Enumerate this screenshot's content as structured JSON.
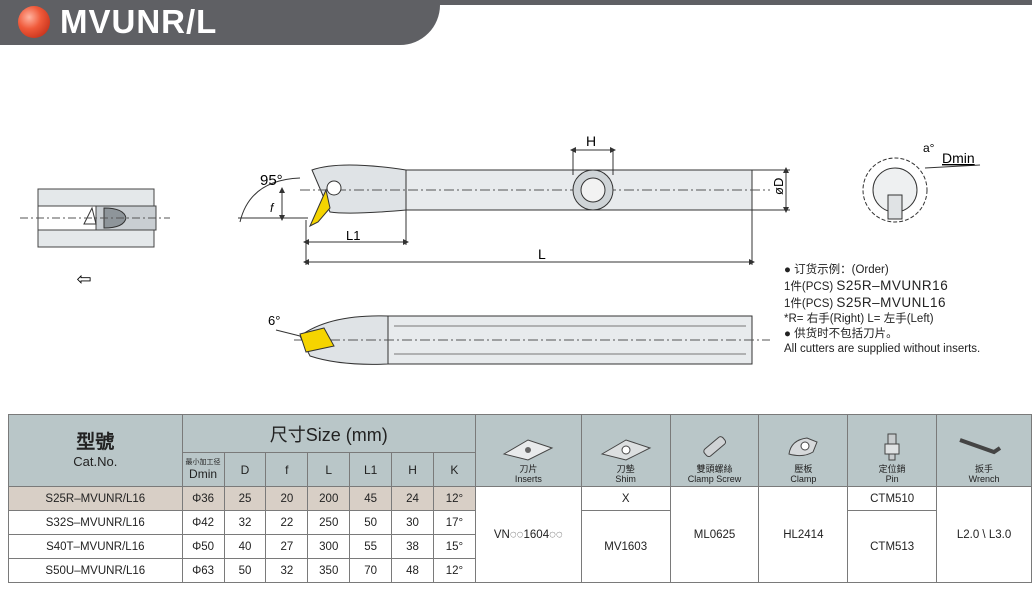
{
  "header": {
    "title": "MVUNR/L"
  },
  "drawing": {
    "angle_95": "95°",
    "angle_6": "6°",
    "dim_f": "f",
    "dim_L1": "L1",
    "dim_L": "L",
    "dim_H": "H",
    "dim_D": "øD",
    "dim_a": "a°",
    "dim_Dmin": "Dmin",
    "arrow": "⇦"
  },
  "order": {
    "bullet1": "● 订货示例：(Order)",
    "pcs1_prefix": "1件(PCS)",
    "pcs1_code": "S25R–MVUNR16",
    "pcs2_prefix": "1件(PCS)",
    "pcs2_code": "S25R–MVUNL16",
    "rl_line": "*R= 右手(Right)   L= 左手(Left)",
    "bullet2": "● 供货时不包括刀片。",
    "bullet2_en": "All cutters are supplied without inserts."
  },
  "table": {
    "model_cn": "型號",
    "model_en": "Cat.No.",
    "size_header": "尺寸Size (mm)",
    "dmin_cn": "最小加工径",
    "cols": [
      "Dmin",
      "D",
      "f",
      "L",
      "L1",
      "H",
      "K"
    ],
    "parts": [
      {
        "cn": "刀片",
        "en": "Inserts",
        "icon": "insert-icon"
      },
      {
        "cn": "刀墊",
        "en": "Shim",
        "icon": "shim-icon"
      },
      {
        "cn": "雙頭螺絲",
        "en": "Clamp Screw",
        "icon": "clamp-screw-icon"
      },
      {
        "cn": "壓板",
        "en": "Clamp",
        "icon": "clamp-icon"
      },
      {
        "cn": "定位銷",
        "en": "Pin",
        "icon": "pin-icon"
      },
      {
        "cn": "扳手",
        "en": "Wrench",
        "icon": "wrench-icon"
      }
    ],
    "rows": [
      {
        "model": "S25R–MVUNR/L16",
        "dmin": "Φ36",
        "D": "25",
        "f": "20",
        "L": "200",
        "L1": "45",
        "H": "24",
        "K": "12°"
      },
      {
        "model": "S32S–MVUNR/L16",
        "dmin": "Φ42",
        "D": "32",
        "f": "22",
        "L": "250",
        "L1": "50",
        "H": "30",
        "K": "17°"
      },
      {
        "model": "S40T–MVUNR/L16",
        "dmin": "Φ50",
        "D": "40",
        "f": "27",
        "L": "300",
        "L1": "55",
        "H": "38",
        "K": "15°"
      },
      {
        "model": "S50U–MVUNR/L16",
        "dmin": "Φ63",
        "D": "50",
        "f": "32",
        "L": "350",
        "L1": "70",
        "H": "48",
        "K": "12°"
      }
    ],
    "insert_value": "VN◌◌1604◌◌",
    "shim_first": "X",
    "shim_rest": "MV1603",
    "screw_value": "ML0625",
    "clamp_value": "HL2414",
    "pin_first": "CTM510",
    "pin_rest": "CTM513",
    "wrench_value": "L2.0 \\ L3.0"
  }
}
